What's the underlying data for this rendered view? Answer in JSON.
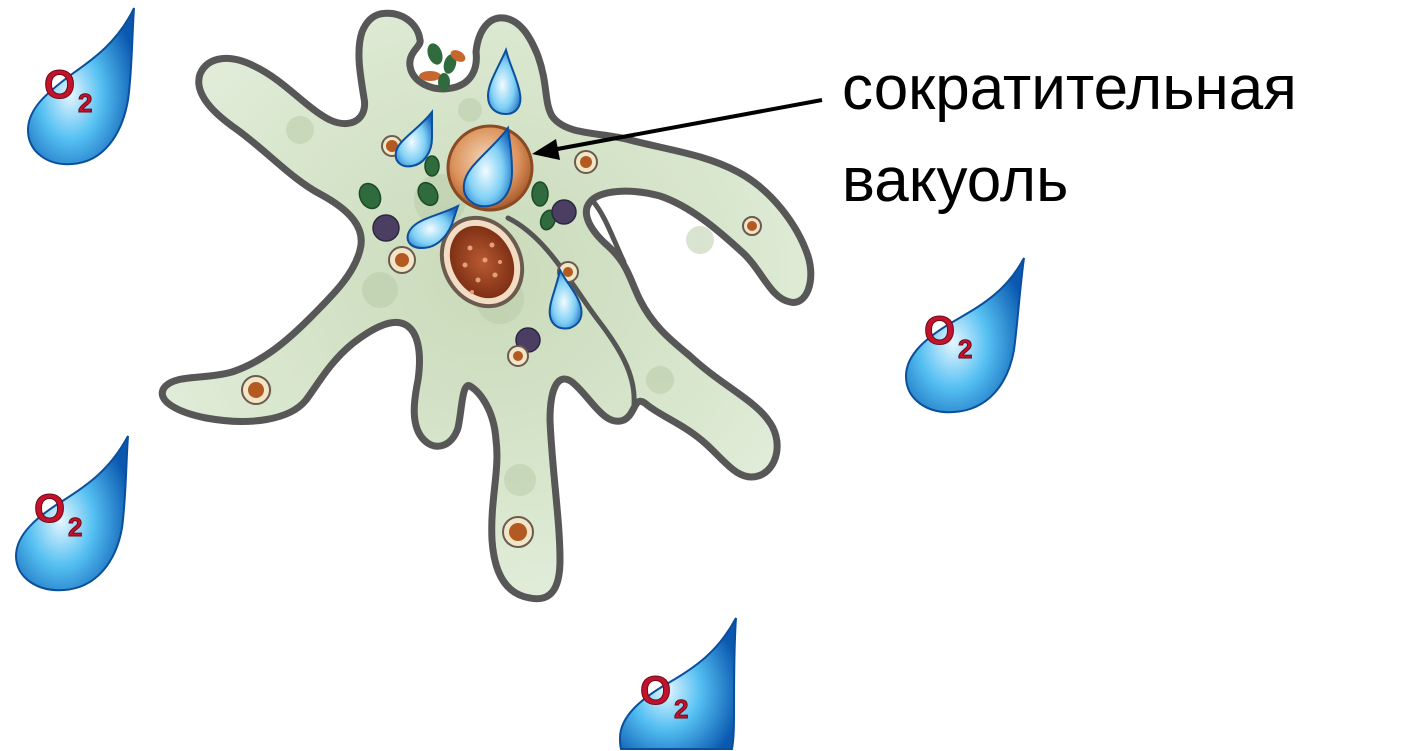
{
  "label": {
    "line1": "сократительная",
    "line2": "вакуоль"
  },
  "oxygen_droplet": {
    "symbol": "O",
    "subscript": "2"
  },
  "colors": {
    "background": "#ffffff",
    "cytoplasm": "#dde9d2",
    "membrane": "#5a5a5a",
    "droplet_blue": "#1e88d8",
    "o2_red": "#c3122b",
    "vacuole": "#d9874f",
    "nucleus": "#9a3f1c",
    "green_plastid": "#2f6b3c",
    "purple_granule": "#4a3f63"
  }
}
